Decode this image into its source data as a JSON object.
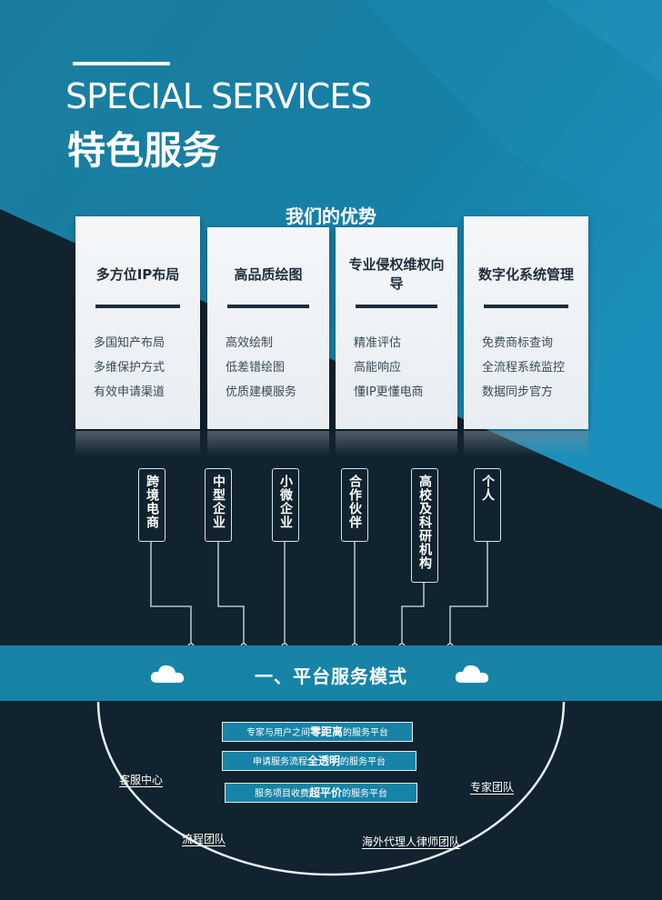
{
  "header": {
    "title_en": "SPECIAL SERVICES",
    "title_cn": "特色服务"
  },
  "advantages": {
    "title": "我们的优势",
    "cards": [
      {
        "title": "多方位IP布局",
        "items": [
          "多国知产布局",
          "多维保护方式",
          "有效申请渠道"
        ]
      },
      {
        "title": "高品质绘图",
        "items": [
          "高效绘制",
          "低差错绘图",
          "优质建模服务"
        ]
      },
      {
        "title": "专业侵权维权向导",
        "items": [
          "精准评估",
          "高能响应",
          "懂IP更懂电商"
        ]
      },
      {
        "title": "数字化系统管理",
        "items": [
          "免费商标查询",
          "全流程系统监控",
          "数据同步官方"
        ]
      }
    ]
  },
  "clients": [
    "跨境电商",
    "中型企业",
    "小微企业",
    "合作伙伴",
    "高校及科研机构",
    "个人"
  ],
  "platform": {
    "title": "一、平台服务模式",
    "items": [
      {
        "before": "专家与用户之间",
        "highlight": "零距离",
        "after": "的服务平台"
      },
      {
        "before": "申请服务流程",
        "highlight": "全透明",
        "after": "的服务平台"
      },
      {
        "before": "服务项目收费",
        "highlight": "超平价",
        "after": "的服务平台"
      }
    ],
    "teams": [
      "客服中心",
      "流程团队",
      "专家团队",
      "海外代理人律师团队"
    ]
  },
  "colors": {
    "dark_bg": "#10232e",
    "teal": "#1783a6",
    "card_bg": "#f2f5f8",
    "text_dark": "#1f2d3a"
  }
}
